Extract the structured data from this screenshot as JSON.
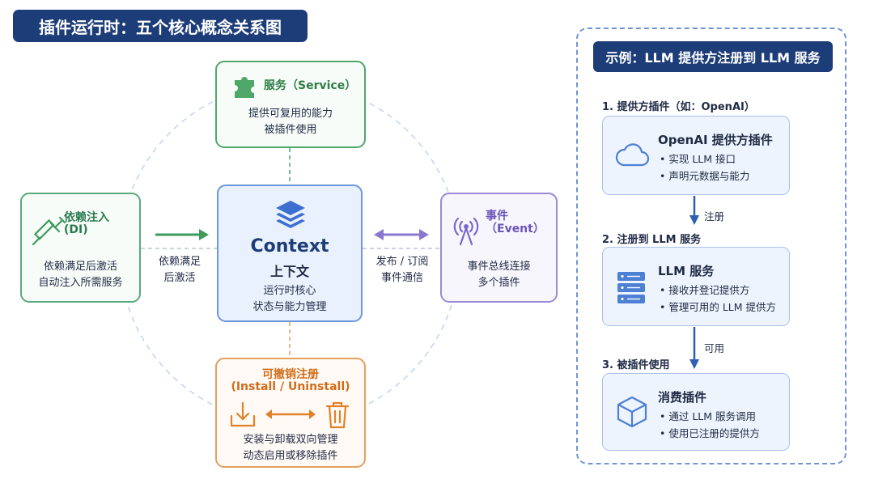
{
  "title": "插件运行时：五个核心概念关系图",
  "nodes": {
    "service": {
      "title": "服务（Service）",
      "desc": [
        "提供可复用的能力",
        "被插件使用"
      ]
    },
    "di": {
      "title_line1": "依赖注入",
      "title_line2": "(DI)",
      "desc": [
        "依赖满足后激活",
        "自动注入所需服务"
      ]
    },
    "context": {
      "title": "Context",
      "subtitle": "上下文",
      "desc": [
        "运行时核心",
        "状态与能力管理"
      ]
    },
    "event": {
      "title": "事件",
      "subtitle": "（Event）",
      "desc": [
        "事件总线连接",
        "多个插件"
      ]
    },
    "install": {
      "title": "可撤销注册",
      "subtitle": "(Install / Uninstall)",
      "desc": [
        "安装与卸载双向管理",
        "动态启用或移除插件"
      ]
    }
  },
  "edges": {
    "di_to_context": [
      "依赖满足",
      "后激活"
    ],
    "context_event": [
      "发布 / 订阅",
      "事件通信"
    ]
  },
  "example": {
    "title": "示例：LLM 提供方注册到 LLM 服务",
    "steps": [
      {
        "label": "1. 提供方插件（如：OpenAI）",
        "card_title": "OpenAI 提供方插件",
        "bullets": [
          "实现 LLM 接口",
          "声明元数据与能力"
        ],
        "icon": "cloud-icon"
      },
      {
        "label": "2. 注册到 LLM 服务",
        "card_title": "LLM 服务",
        "bullets": [
          "接收并登记提供方",
          "管理可用的 LLM 提供方"
        ],
        "icon": "server-icon"
      },
      {
        "label": "3. 被插件使用",
        "card_title": "消费插件",
        "bullets": [
          "通过 LLM 服务调用",
          "使用已注册的提供方"
        ],
        "icon": "cube-icon"
      }
    ],
    "arrows": [
      "注册",
      "可用"
    ]
  },
  "colors": {
    "navy": "#1d3d78",
    "service": "#4fa86a",
    "di": "#2a7a4f",
    "context": "#6d97db",
    "event": "#9b8ad6",
    "install": "#e3a060"
  }
}
